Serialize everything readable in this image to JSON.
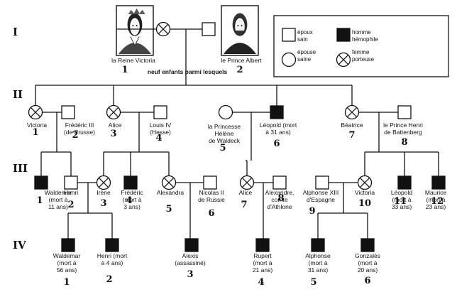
{
  "generations": [
    "I",
    "II",
    "III",
    "IV"
  ],
  "caption": "neuf enfants parmi lesquels",
  "legend": {
    "healthy_male": "époux sain",
    "affected_male": "homme hémophile",
    "healthy_female": "épouse saine",
    "carrier_female": "femme porteuse"
  },
  "portraits": [
    {
      "id": "victoria",
      "icon": "portrait-queen-victoria"
    },
    {
      "id": "albert",
      "icon": "portrait-prince-albert"
    }
  ],
  "people": [
    {
      "id": "g1-victoria",
      "gen": "I",
      "sex": "female",
      "status": "carrier",
      "name": [
        "la Reine Victoria"
      ],
      "number": "1"
    },
    {
      "id": "g1-albert",
      "gen": "I",
      "sex": "male",
      "status": "healthy",
      "name": [
        "le Prince Albert"
      ],
      "number": "2"
    },
    {
      "id": "g2-victoria",
      "gen": "II",
      "sex": "female",
      "status": "carrier",
      "name": [
        "Victoria"
      ],
      "number": "1"
    },
    {
      "id": "g2-frederic",
      "gen": "II",
      "sex": "male",
      "status": "healthy",
      "name": [
        "Frédéric III",
        "(de Prusse)"
      ],
      "number": "2"
    },
    {
      "id": "g2-alice",
      "gen": "II",
      "sex": "female",
      "status": "carrier",
      "name": [
        "Alice"
      ],
      "number": "3"
    },
    {
      "id": "g2-louis",
      "gen": "II",
      "sex": "male",
      "status": "healthy",
      "name": [
        "Louis IV",
        "(Hesse)"
      ],
      "number": "4"
    },
    {
      "id": "g2-helene",
      "gen": "II",
      "sex": "female",
      "status": "healthy",
      "name": [
        "la Princesse",
        "Hélène",
        "de Waldeck"
      ],
      "number": "5"
    },
    {
      "id": "g2-leopold",
      "gen": "II",
      "sex": "male",
      "status": "affected",
      "name": [
        "Léopold (mort",
        "à 31 ans)"
      ],
      "number": "6"
    },
    {
      "id": "g2-beatrice",
      "gen": "II",
      "sex": "female",
      "status": "carrier",
      "name": [
        "Béatrice"
      ],
      "number": "7"
    },
    {
      "id": "g2-henri",
      "gen": "II",
      "sex": "male",
      "status": "healthy",
      "name": [
        "le Prince Henri",
        "de Battenberg"
      ],
      "number": "8"
    },
    {
      "id": "g3-waldemar",
      "gen": "III",
      "sex": "male",
      "status": "affected",
      "name": [
        "Waldemar",
        "(mort à",
        "11 ans)"
      ],
      "number": "1"
    },
    {
      "id": "g3-henri",
      "gen": "III",
      "sex": "male",
      "status": "healthy",
      "name": [
        "Henri"
      ],
      "number": "2"
    },
    {
      "id": "g3-irene",
      "gen": "III",
      "sex": "female",
      "status": "carrier",
      "name": [
        "Irène"
      ],
      "number": "3"
    },
    {
      "id": "g3-frederic",
      "gen": "III",
      "sex": "male",
      "status": "affected",
      "name": [
        "Frédéric",
        "(mort à",
        "3 ans)"
      ],
      "number": "4"
    },
    {
      "id": "g3-alexandra",
      "gen": "III",
      "sex": "female",
      "status": "carrier",
      "name": [
        "Alexandra"
      ],
      "number": "5"
    },
    {
      "id": "g3-nicolas",
      "gen": "III",
      "sex": "male",
      "status": "healthy",
      "name": [
        "Nicolas II",
        "de Russie"
      ],
      "number": "6"
    },
    {
      "id": "g3-alice",
      "gen": "III",
      "sex": "female",
      "status": "carrier",
      "name": [
        "Alice"
      ],
      "number": "7"
    },
    {
      "id": "g3-alexandre",
      "gen": "III",
      "sex": "male",
      "status": "healthy",
      "name": [
        "Alexandre,",
        "comte",
        "d'Athlone"
      ],
      "number": "8"
    },
    {
      "id": "g3-alphonse",
      "gen": "III",
      "sex": "male",
      "status": "healthy",
      "name": [
        "Alphonse XIII",
        "d'Espagne"
      ],
      "number": "9"
    },
    {
      "id": "g3-victoria",
      "gen": "III",
      "sex": "female",
      "status": "carrier",
      "name": [
        "Victoria"
      ],
      "number": "10"
    },
    {
      "id": "g3-leopold",
      "gen": "III",
      "sex": "male",
      "status": "affected",
      "name": [
        "Léopold",
        "(mort à",
        "33 ans)"
      ],
      "number": "11"
    },
    {
      "id": "g3-maurice",
      "gen": "III",
      "sex": "male",
      "status": "affected",
      "name": [
        "Maurice",
        "(mort à",
        "23 ans)"
      ],
      "number": "12"
    },
    {
      "id": "g4-waldemar",
      "gen": "IV",
      "sex": "male",
      "status": "affected",
      "name": [
        "Waldemar",
        "(mort à",
        "56 ans)"
      ],
      "number": "1"
    },
    {
      "id": "g4-henri",
      "gen": "IV",
      "sex": "male",
      "status": "affected",
      "name": [
        "Henri (mort",
        "à 4 ans)"
      ],
      "number": "2"
    },
    {
      "id": "g4-alexis",
      "gen": "IV",
      "sex": "male",
      "status": "affected",
      "name": [
        "Alexis",
        "(assassiné)"
      ],
      "number": "3"
    },
    {
      "id": "g4-rupert",
      "gen": "IV",
      "sex": "male",
      "status": "affected",
      "name": [
        "Rupert",
        "(mort à",
        "21 ans)"
      ],
      "number": "4"
    },
    {
      "id": "g4-alphonse",
      "gen": "IV",
      "sex": "male",
      "status": "affected",
      "name": [
        "Alphonse",
        "(mort à",
        "31 ans)"
      ],
      "number": "5"
    },
    {
      "id": "g4-gonzales",
      "gen": "IV",
      "sex": "male",
      "status": "affected",
      "name": [
        "Gonzalès",
        "(mort à",
        "20 ans)"
      ],
      "number": "6"
    }
  ]
}
